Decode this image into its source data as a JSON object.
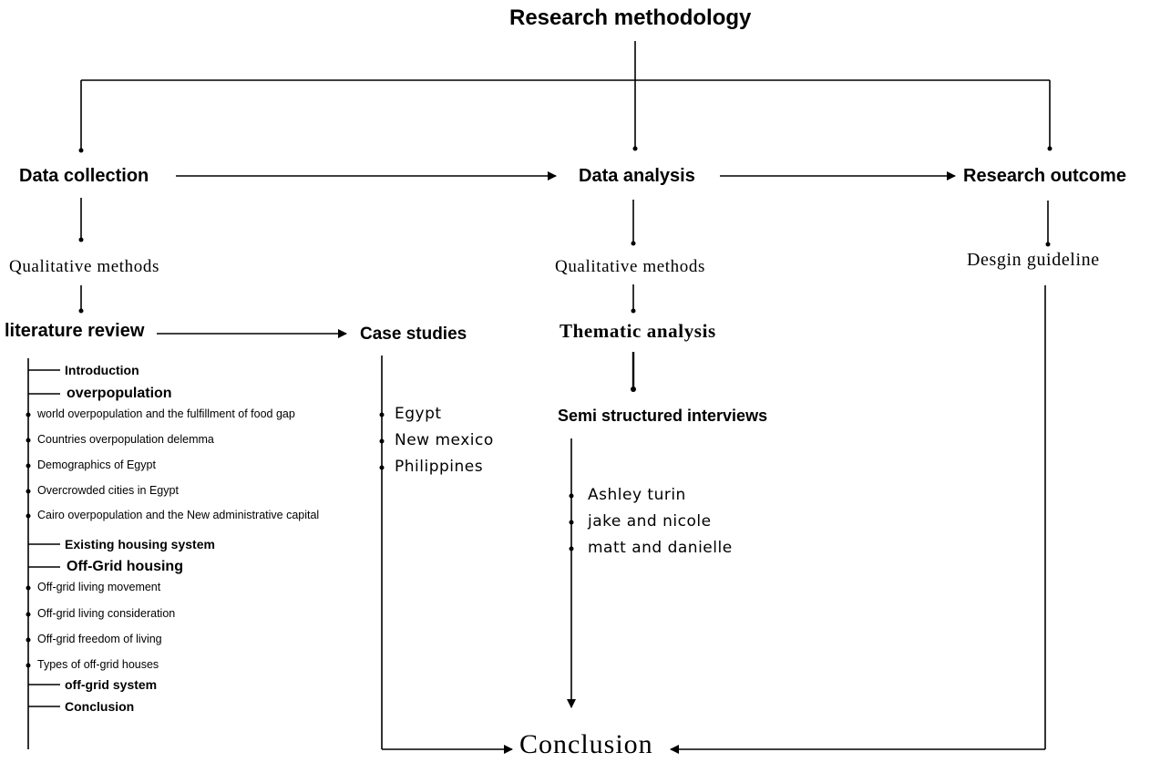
{
  "title": "Research methodology",
  "stages": {
    "data_collection": "Data collection",
    "data_analysis": "Data analysis",
    "research_outcome": "Research outcome"
  },
  "collection": {
    "method": "Qualitative methods",
    "literature_review": "literature review",
    "case_studies": "Case studies",
    "literature_items": [
      "Introduction",
      "overpopulation",
      "world overpopulation and the fulfillment of food gap",
      "Countries overpopulation delemma",
      "Demographics of Egypt",
      "Overcrowded cities in Egypt",
      "Cairo overpopulation and the New administrative capital",
      "Existing housing system",
      "Off-Grid housing",
      "Off-grid living movement",
      "Off-grid living consideration",
      "Off-grid freedom of living",
      "Types of off-grid houses",
      "off-grid system",
      "Conclusion"
    ],
    "cases": [
      "Egypt",
      "New mexico",
      "Philippines"
    ]
  },
  "analysis": {
    "method": "Qualitative methods",
    "thematic": "Thematic analysis",
    "interviews": "Semi structured interviews",
    "interviewees": [
      "Ashley turin",
      "jake and nicole",
      "matt and danielle"
    ]
  },
  "outcome": {
    "guideline": "Desgin guideline"
  },
  "conclusion": "Conclusion"
}
